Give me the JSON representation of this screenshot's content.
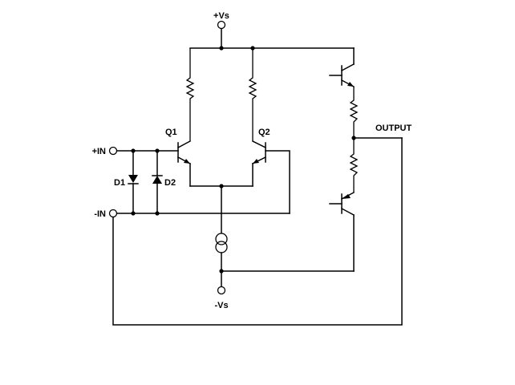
{
  "labels": {
    "vs_pos": "+Vs",
    "vs_neg": "-Vs",
    "in_pos": "+IN",
    "in_neg": "-IN",
    "q1": "Q1",
    "q2": "Q2",
    "d1": "D1",
    "d2": "D2",
    "output": "OUTPUT"
  }
}
